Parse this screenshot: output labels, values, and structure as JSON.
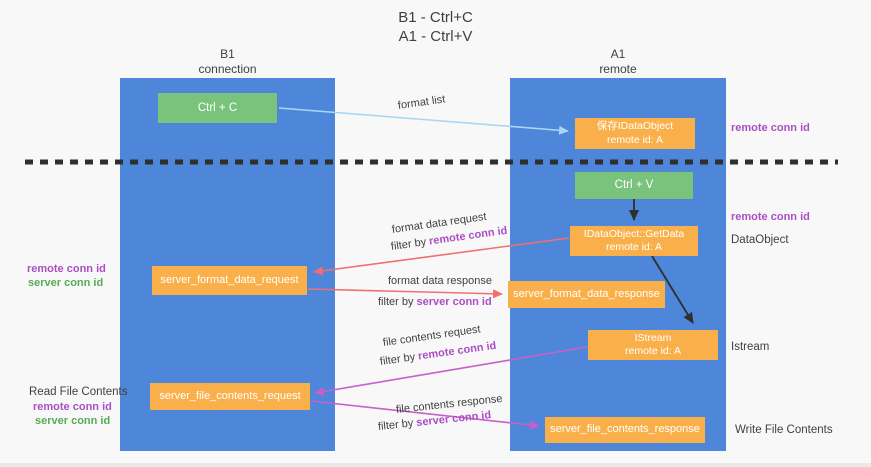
{
  "title": {
    "line1": "B1 - Ctrl+C",
    "line2": "A1 - Ctrl+V"
  },
  "lanes": {
    "left": {
      "name": "B1",
      "role": "connection"
    },
    "right": {
      "name": "A1",
      "role": "remote"
    }
  },
  "nodes": {
    "ctrl_c": "Ctrl + C",
    "ctrl_v": "Ctrl + V",
    "save_dataobject_line1": "保存IDataObject",
    "save_dataobject_line2": "remote id: A",
    "getdata_line1": "IDataObject::GetData",
    "getdata_line2": "remote id: A",
    "istream_line1": "IStream",
    "istream_line2": "remote id: A",
    "server_format_data_request": "server_format_data_request",
    "server_format_data_response": "server_format_data_response",
    "server_file_contents_request": "server_file_contents_request",
    "server_file_contents_response": "server_file_contents_response"
  },
  "flow_labels": {
    "format_list": "format list",
    "format_data_request": "format data request",
    "format_data_response": "format data response",
    "file_contents_request": "file contents request",
    "file_contents_response": "file contents response",
    "filter_prefix": "filter by ",
    "remote_conn_id": "remote conn id",
    "server_conn_id": "server conn id"
  },
  "side_labels": {
    "right_top_remote": "remote conn id",
    "right_mid_remote": "remote conn id",
    "right_dataobject": "DataObject",
    "right_istream": "Istream",
    "right_write_file": "Write File Contents",
    "left_mid_remote": "remote conn id",
    "left_mid_server": "server conn id",
    "left_read_file": "Read File Contents",
    "left_bottom_remote": "remote conn id",
    "left_bottom_server": "server conn id"
  },
  "colors": {
    "background": "#f8f8f8",
    "lane_blue": "#4e86d9",
    "box_green": "#79c37d",
    "box_orange": "#f9b04a",
    "arrow_blue": "#a9d6f5",
    "arrow_red": "#ee7170",
    "arrow_magenta": "#c95fc9",
    "arrow_black": "#2f2f2f",
    "dashed_line": "#2f2f2f",
    "text_purple": "#ab4fc3",
    "text_green": "#54ad54",
    "text_dark": "#3f3f3f"
  }
}
